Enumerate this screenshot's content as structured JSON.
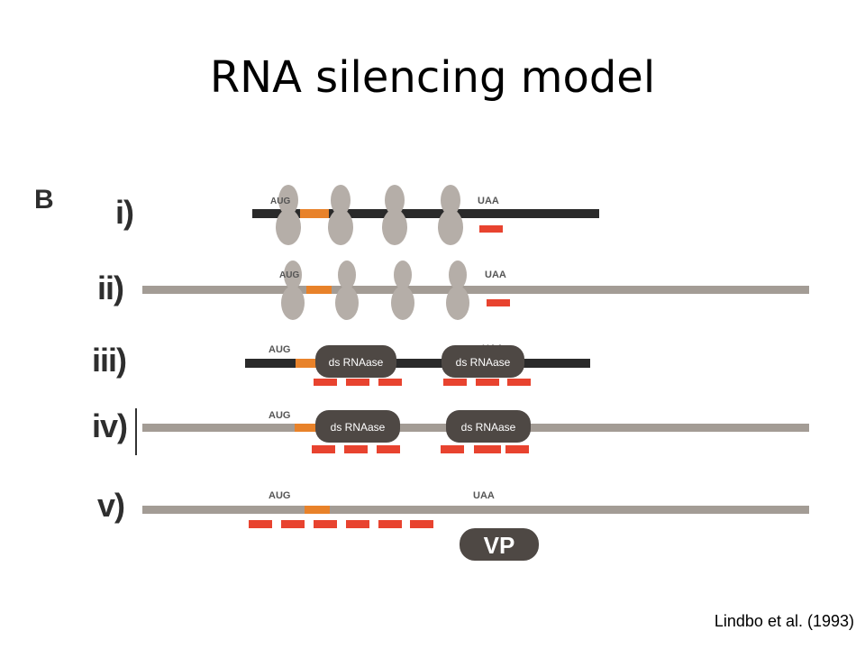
{
  "slide": {
    "title": "RNA silencing model",
    "citation": "Lindbo et al. (1993)"
  },
  "figure": {
    "panel_letter": "B",
    "rows": [
      {
        "label": "i)",
        "strand_color": "#2a2a2a",
        "start_codon": "AUG",
        "stop_codon": "UAA",
        "feature": "ribosomes"
      },
      {
        "label": "ii)",
        "strand_color": "#a39c95",
        "start_codon": "AUG",
        "stop_codon": "UAA",
        "feature": "ribosomes"
      },
      {
        "label": "iii)",
        "strand_color": "#2a2a2a",
        "start_codon": "AUG",
        "stop_codon": "UAA",
        "feature": "dsRNAase",
        "enzymes": [
          "ds RNAase",
          "ds RNAase"
        ]
      },
      {
        "label": "iv)",
        "strand_color": "#a39c95",
        "start_codon": "AUG",
        "feature": "dsRNAase",
        "enzymes": [
          "ds RNAase",
          "ds RNAase"
        ]
      },
      {
        "label": "v)",
        "strand_color": "#a39c95",
        "start_codon": "AUG",
        "stop_codon": "UAA",
        "feature": "protein",
        "protein": "VP"
      }
    ],
    "colors": {
      "orf_start": "#e8822a",
      "small_rna": "#e8432f",
      "ribosome": "#b5aea8",
      "enzyme": "#4e4844",
      "enzyme_text": "#ffffff"
    }
  }
}
